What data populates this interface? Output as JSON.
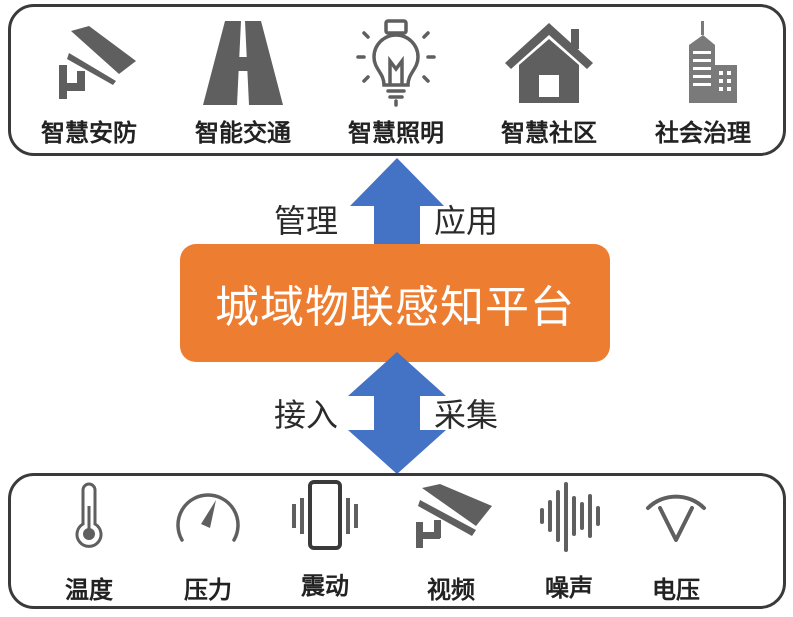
{
  "colors": {
    "platform_fill": "#ED7D31",
    "arrow_fill": "#4472C4",
    "icon_gray": "#5f5f5f",
    "border": "#3a3a3a"
  },
  "applications": {
    "items": [
      {
        "label": "智慧安防",
        "icon": "cctv-camera-icon"
      },
      {
        "label": "智能交通",
        "icon": "road-icon"
      },
      {
        "label": "智慧照明",
        "icon": "light-bulb-icon"
      },
      {
        "label": "智慧社区",
        "icon": "house-icon"
      },
      {
        "label": "社会治理",
        "icon": "city-buildings-icon"
      }
    ]
  },
  "arrows": {
    "up": {
      "left_label": "管理",
      "right_label": "应用"
    },
    "bidirectional": {
      "left_label": "接入",
      "right_label": "采集"
    }
  },
  "platform": {
    "title": "城域物联感知平台"
  },
  "sensors": {
    "items": [
      {
        "label": "温度",
        "icon": "thermometer-icon"
      },
      {
        "label": "压力",
        "icon": "pressure-gauge-icon"
      },
      {
        "label": "震动",
        "icon": "vibration-phone-icon"
      },
      {
        "label": "视频",
        "icon": "video-camera-icon"
      },
      {
        "label": "噪声",
        "icon": "sound-wave-icon"
      },
      {
        "label": "电压",
        "icon": "voltage-icon"
      }
    ]
  }
}
